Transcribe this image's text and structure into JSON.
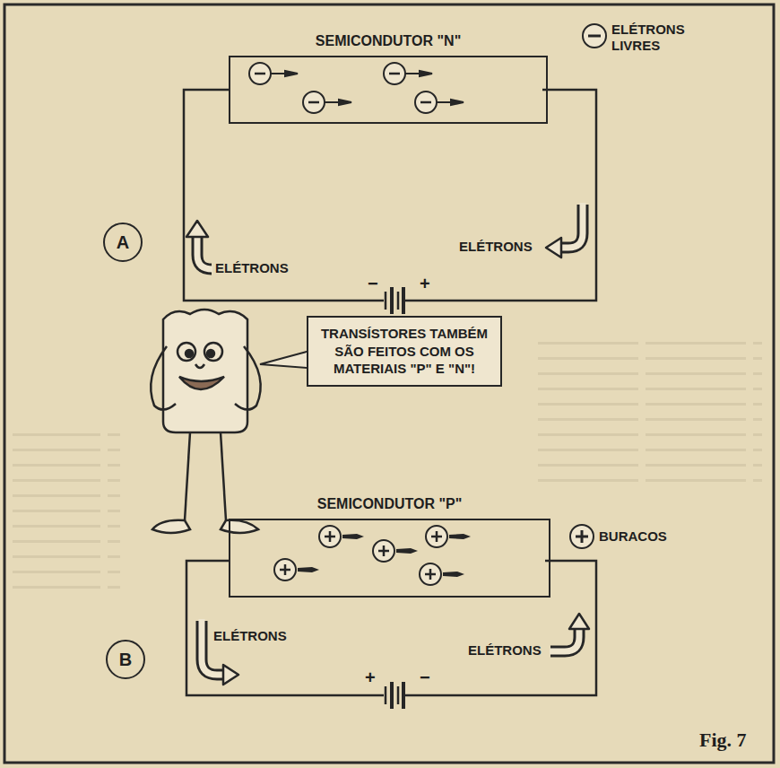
{
  "diagram": {
    "caption": "Fig. 7",
    "nodes": [
      {
        "text": [
          "SEMICONDUTOR \"N\""
        ]
      },
      {
        "text": [
          "A"
        ]
      },
      {
        "text": [
          "TRANSÍSTORES TAMBÉM SÃO FEITOS COM OS MATERIAIS \"P\" E \"N\"!"
        ]
      },
      {
        "text": [
          "SEMICONDUTOR \"P\""
        ]
      },
      {
        "text": [
          "B"
        ]
      }
    ],
    "labels": [
      "ELÉTRONS",
      "ELÉTRONS",
      "−",
      "+",
      "ELÉTRONS",
      "ELÉTRONS",
      "+",
      "−"
    ],
    "legend": [
      {
        "text": "ELÉTRONS LIVRES"
      },
      {
        "text": "BURACOS"
      }
    ]
  }
}
